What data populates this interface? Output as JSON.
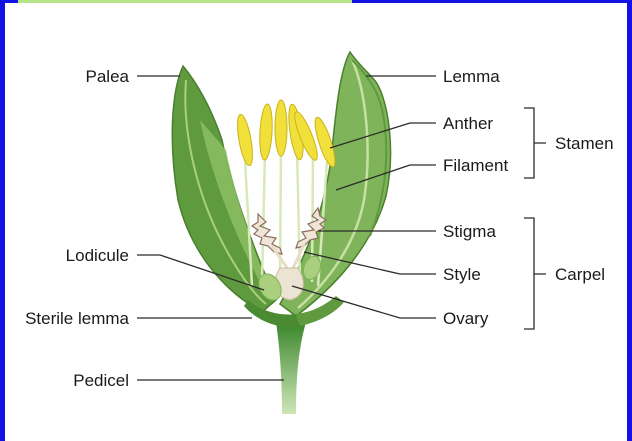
{
  "colors": {
    "frame_blue": "#1212e6",
    "top_bar_green": "#b9e58a",
    "leaf_dark": "#5f9a3e",
    "leaf_mid": "#7fb45a",
    "leaf_light": "#a9cf7f",
    "anther_yellow": "#f2e03a",
    "filament": "#d7e9b8",
    "stem_green": "#3f8a2c",
    "text": "#1a1a1a"
  },
  "labels": {
    "palea": "Palea",
    "lodicule": "Lodicule",
    "sterile_lemma": "Sterile lemma",
    "pedicel": "Pedicel",
    "lemma": "Lemma",
    "anther": "Anther",
    "filament": "Filament",
    "stigma": "Stigma",
    "style": "Style",
    "ovary": "Ovary"
  },
  "groups": {
    "stamen": "Stamen",
    "carpel": "Carpel"
  }
}
